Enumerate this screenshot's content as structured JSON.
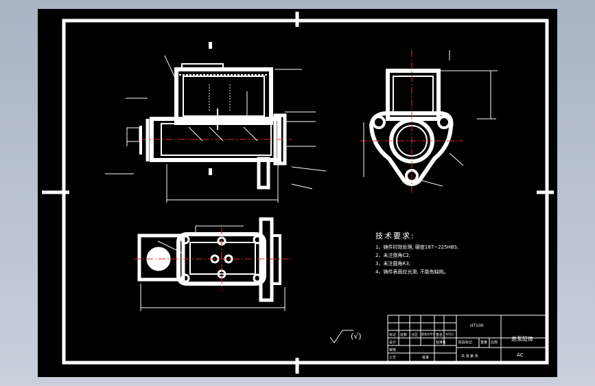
{
  "drawing": {
    "technical_requirements": {
      "title": "技术要求:",
      "items": [
        "1、铸件时效处理, 硬度187~225HBS;",
        "2、未注倒角C2;",
        "3、未注圆角R3;",
        "4、铸件表面应光滑, 不能有缺陷。"
      ]
    },
    "surface_symbol": "(√)",
    "title_block": {
      "material": "HT100",
      "part_name": "总泵缸体",
      "code": "AC",
      "headers": [
        "标记",
        "处数",
        "分区",
        "更改文件号",
        "签名",
        "年月日"
      ],
      "labels": {
        "design": "设计",
        "standardize": "标准化",
        "stage_mark": "阶段标记",
        "weight": "重量",
        "scale": "比例",
        "review": "审核",
        "process": "工艺",
        "approve": "批准",
        "sheet": "共  张  第  张"
      }
    }
  }
}
